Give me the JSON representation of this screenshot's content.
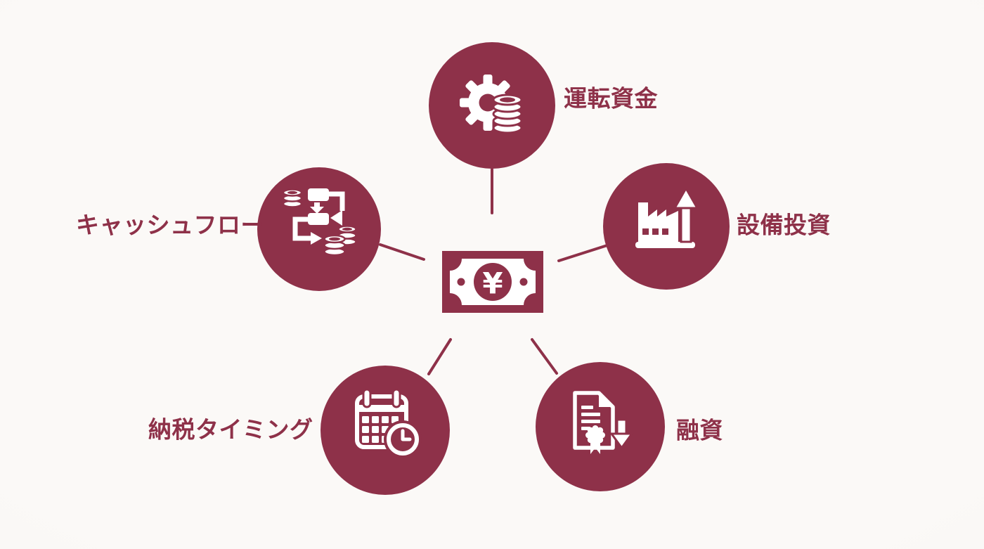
{
  "page": {
    "background_color": "#FAF8F6",
    "accent_color": "#8E3149",
    "icon_color": "#FFFFFF"
  },
  "diagram": {
    "center": {
      "symbol": "¥",
      "icon": "yen-banknote-icon"
    },
    "nodes": [
      {
        "id": "working-capital",
        "label": "運転資金",
        "icon": "gear-coins-icon",
        "position": "top"
      },
      {
        "id": "cash-flow",
        "label": "キャッシュフロー",
        "icon": "cashflow-coins-icon",
        "position": "left"
      },
      {
        "id": "capital-investment",
        "label": "設備投資",
        "icon": "factory-growth-icon",
        "position": "right"
      },
      {
        "id": "tax-timing",
        "label": "納税タイミング",
        "icon": "calendar-clock-icon",
        "position": "bottom-left"
      },
      {
        "id": "financing",
        "label": "融資",
        "icon": "loan-document-icon",
        "position": "bottom-right"
      }
    ]
  }
}
